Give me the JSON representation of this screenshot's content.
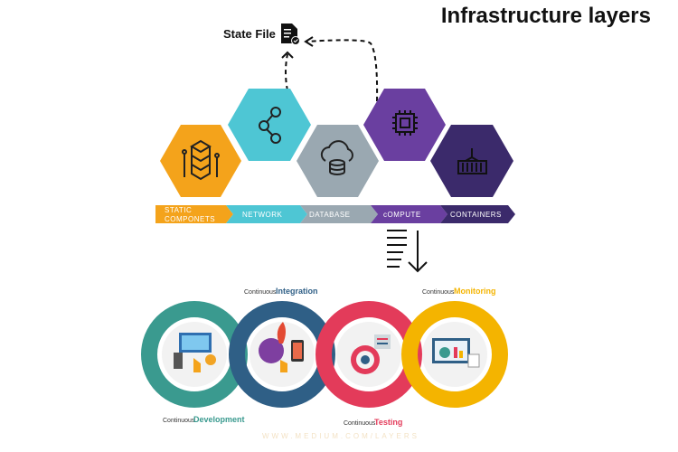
{
  "title": "Infrastructure layers",
  "state_file": {
    "label": "State File"
  },
  "layers": [
    {
      "label_line1": "STATIC",
      "label_line2": "COMPONETS",
      "color": "#f4a31b",
      "icon": "database-stack-icon"
    },
    {
      "label": "NETWORK",
      "color": "#4ec6d4",
      "icon": "share-network-icon"
    },
    {
      "label": "DATABASE",
      "color": "#9aa8b1",
      "icon": "cloud-database-icon"
    },
    {
      "label": "cOMPUTE",
      "color": "#6a3fa0",
      "icon": "cpu-chip-icon"
    },
    {
      "label": "CONTAINERS",
      "color": "#3b2a6b",
      "icon": "shipping-container-icon"
    }
  ],
  "cycle": [
    {
      "prefix": "Continuous",
      "name": "Development",
      "color": "#3a9a8f"
    },
    {
      "prefix": "Continuous",
      "name": "Integration",
      "color": "#2f5f86"
    },
    {
      "prefix": "Continuous",
      "name": "Testing",
      "color": "#e33b5a"
    },
    {
      "prefix": "Continuous",
      "name": "Monitoring",
      "color": "#f4b400"
    }
  ],
  "watermark": "WWW.MEDIUM.COM/LAYERS"
}
